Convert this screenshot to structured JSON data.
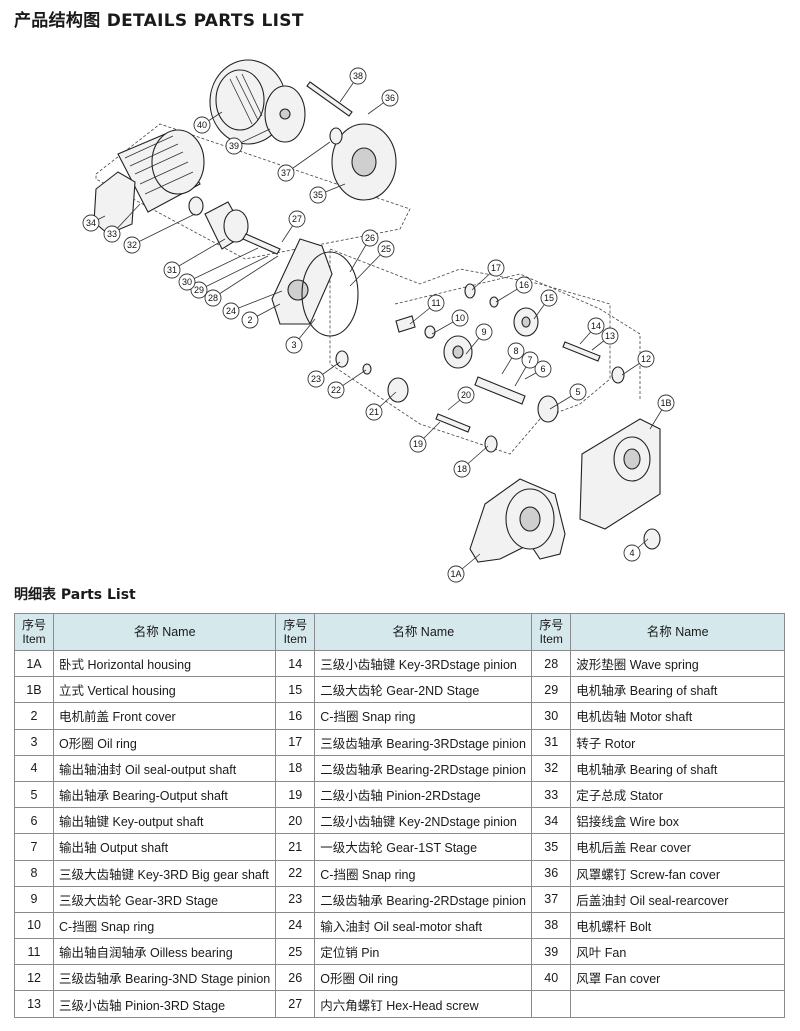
{
  "page_title": "产品结构图 DETAILS PARTS LIST",
  "callouts": [
    "1A",
    "1B",
    "2",
    "3",
    "4",
    "5",
    "6",
    "7",
    "8",
    "9",
    "10",
    "11",
    "12",
    "13",
    "14",
    "15",
    "16",
    "17",
    "18",
    "19",
    "20",
    "21",
    "22",
    "23",
    "24",
    "25",
    "26",
    "27",
    "28",
    "29",
    "30",
    "31",
    "32",
    "33",
    "34",
    "35",
    "36",
    "37",
    "38",
    "39",
    "40"
  ],
  "section_title": "明细表 Parts List",
  "table": {
    "header_no": "序号",
    "header_no_en": "Item",
    "header_name": "名称 Name",
    "rows": [
      [
        {
          "no": "1A",
          "name": "卧式 Horizontal housing"
        },
        {
          "no": "14",
          "name": "三级小齿轴键 Key-3RDstage pinion"
        },
        {
          "no": "28",
          "name": "波形垫圈 Wave spring"
        }
      ],
      [
        {
          "no": "1B",
          "name": "立式 Vertical housing"
        },
        {
          "no": "15",
          "name": "二级大齿轮 Gear-2ND Stage"
        },
        {
          "no": "29",
          "name": "电机轴承 Bearing of shaft"
        }
      ],
      [
        {
          "no": "2",
          "name": "电机前盖 Front cover"
        },
        {
          "no": "16",
          "name": "C-挡圈 Snap ring"
        },
        {
          "no": "30",
          "name": "电机齿轴 Motor shaft"
        }
      ],
      [
        {
          "no": "3",
          "name": "O形圈 Oil ring"
        },
        {
          "no": "17",
          "name": "三级齿轴承 Bearing-3RDstage pinion"
        },
        {
          "no": "31",
          "name": "转子 Rotor"
        }
      ],
      [
        {
          "no": "4",
          "name": "输出轴油封 Oil seal-output shaft"
        },
        {
          "no": "18",
          "name": "二级齿轴承 Bearing-2RDstage pinion"
        },
        {
          "no": "32",
          "name": "电机轴承 Bearing of shaft"
        }
      ],
      [
        {
          "no": "5",
          "name": "输出轴承 Bearing-Output shaft"
        },
        {
          "no": "19",
          "name": "二级小齿轴 Pinion-2RDstage"
        },
        {
          "no": "33",
          "name": "定子总成 Stator"
        }
      ],
      [
        {
          "no": "6",
          "name": "输出轴键 Key-output shaft"
        },
        {
          "no": "20",
          "name": "二级小齿轴键 Key-2NDstage pinion"
        },
        {
          "no": "34",
          "name": "铝接线盒 Wire box"
        }
      ],
      [
        {
          "no": "7",
          "name": "输出轴 Output shaft"
        },
        {
          "no": "21",
          "name": "一级大齿轮 Gear-1ST Stage"
        },
        {
          "no": "35",
          "name": "电机后盖 Rear cover"
        }
      ],
      [
        {
          "no": "8",
          "name": "三级大齿轴键 Key-3RD Big gear shaft"
        },
        {
          "no": "22",
          "name": "C-挡圈 Snap ring"
        },
        {
          "no": "36",
          "name": "风罩螺钉 Screw-fan cover"
        }
      ],
      [
        {
          "no": "9",
          "name": "三级大齿轮 Gear-3RD Stage"
        },
        {
          "no": "23",
          "name": "二级齿轴承 Bearing-2RDstage pinion"
        },
        {
          "no": "37",
          "name": "后盖油封 Oil seal-rearcover"
        }
      ],
      [
        {
          "no": "10",
          "name": "C-挡圈 Snap ring"
        },
        {
          "no": "24",
          "name": "输入油封 Oil seal-motor shaft"
        },
        {
          "no": "38",
          "name": "电机螺杆 Bolt"
        }
      ],
      [
        {
          "no": "11",
          "name": "输出轴自润轴承 Oilless bearing"
        },
        {
          "no": "25",
          "name": "定位销  Pin"
        },
        {
          "no": "39",
          "name": "风叶 Fan"
        }
      ],
      [
        {
          "no": "12",
          "name": "三级齿轴承 Bearing-3ND Stage pinion"
        },
        {
          "no": "26",
          "name": "O形圈 Oil ring"
        },
        {
          "no": "40",
          "name": "风罩 Fan cover"
        }
      ],
      [
        {
          "no": "13",
          "name": "三级小齿轴 Pinion-3RD Stage"
        },
        {
          "no": "27",
          "name": "内六角螺钉 Hex-Head screw"
        },
        {
          "no": "",
          "name": ""
        }
      ]
    ]
  }
}
